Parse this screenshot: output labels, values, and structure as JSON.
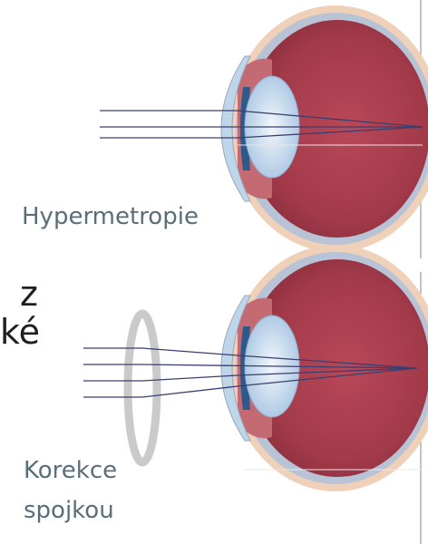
{
  "labels": {
    "hypermetropie": "Hypermetropie",
    "correction_line1": "Korekce",
    "correction_line2": "spojkou"
  },
  "clipped_text": {
    "line1": "z",
    "line2": "ké"
  },
  "colors": {
    "sclera": "#efd0b8",
    "retina_outer": "#b8c4d6",
    "vitreous": "#a23a4a",
    "cornea": "#bfd6ea",
    "lens": "#d6e4f2",
    "optic_nerve": "#efb64a",
    "light_ray": "#3a3f70",
    "label_text": "#5a6e7a"
  },
  "icons": {
    "eye_top": "eyeball-cross-section-icon",
    "eye_bottom": "eyeball-cross-section-icon",
    "correction_lens": "convex-lens-icon"
  }
}
